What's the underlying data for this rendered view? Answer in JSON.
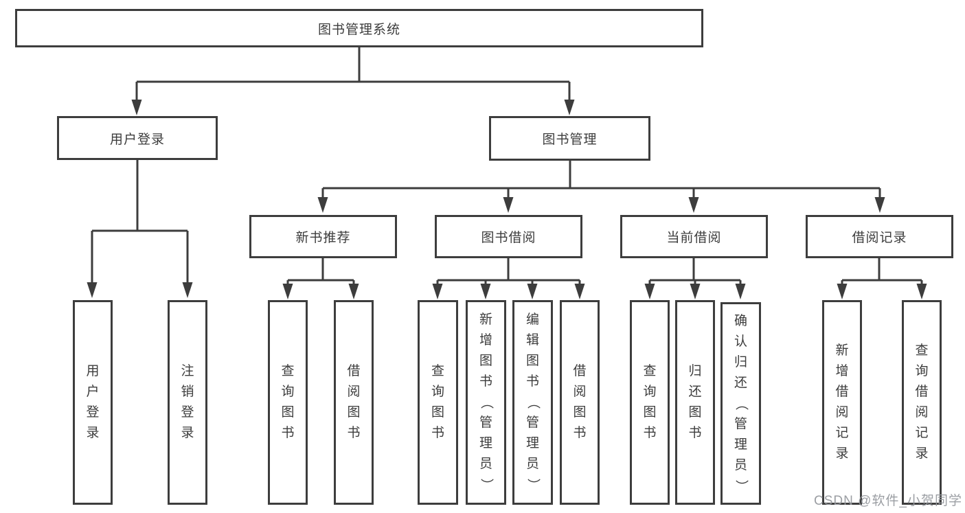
{
  "tree": {
    "root": "图书管理系统",
    "branches": [
      {
        "label": "用户登录",
        "leaves": [
          "用户登录",
          "注销登录"
        ]
      },
      {
        "label": "图书管理",
        "groups": [
          {
            "label": "新书推荐",
            "leaves": [
              "查询图书",
              "借阅图书"
            ]
          },
          {
            "label": "图书借阅",
            "leaves": [
              "查询图书",
              "新增图书（管理员）",
              "编辑图书（管理员）",
              "借阅图书"
            ]
          },
          {
            "label": "当前借阅",
            "leaves": [
              "查询图书",
              "归还图书",
              "确认归还（管理员）"
            ]
          },
          {
            "label": "借阅记录",
            "leaves": [
              "新增借阅记录",
              "查询借阅记录"
            ]
          }
        ]
      }
    ]
  },
  "watermark": "CSDN @软件_小贺同学",
  "colors": {
    "line": "#3d3d3d",
    "text": "#3c3c3c",
    "watermark": "#96999e"
  }
}
